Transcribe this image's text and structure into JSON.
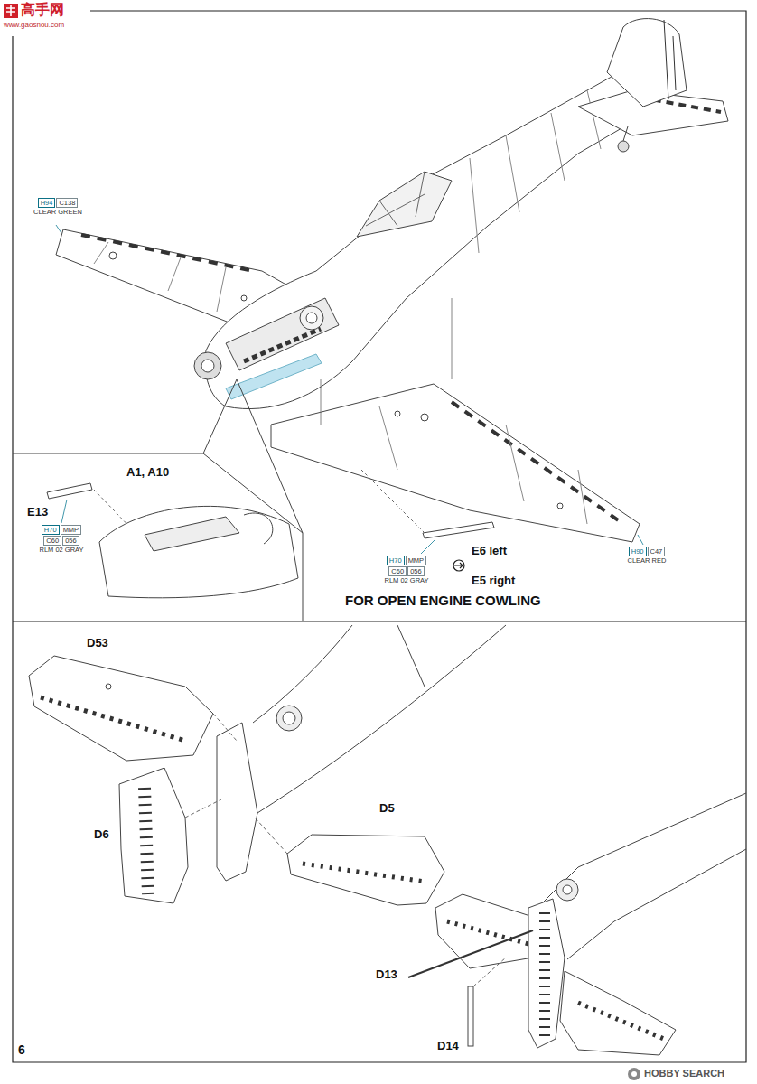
{
  "diagram": {
    "nodes": [
      {
        "text": [
          "H94",
          "C138",
          "CLEAR GREEN"
        ]
      },
      {
        "text": [
          "H70",
          "MMP",
          "C60",
          "056",
          "RLM 02 GRAY"
        ]
      },
      {
        "text": [
          "H70",
          "MMP",
          "C60",
          "056",
          "RLM 02 GRAY"
        ]
      },
      {
        "text": [
          "H90",
          "C47",
          "CLEAR RED"
        ]
      }
    ],
    "labels": [
      "高手网",
      "www.gaoshou.com",
      "E13",
      "A1, A10",
      "E6 left",
      "E5 right",
      "FOR OPEN ENGINE COWLING",
      "D53",
      "D6",
      "D5",
      "D13",
      "D14",
      "6",
      "HOBBY SEARCH"
    ]
  }
}
